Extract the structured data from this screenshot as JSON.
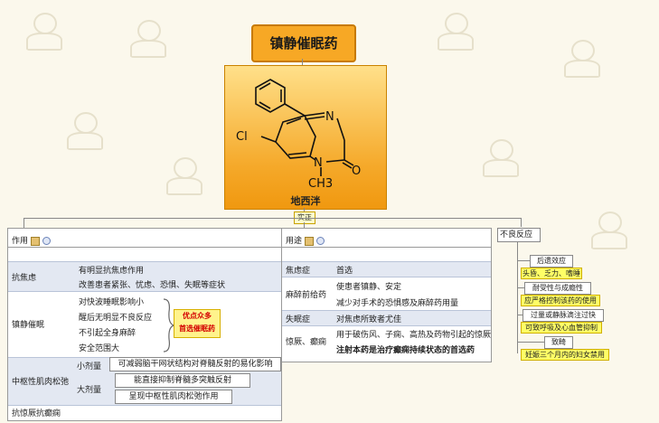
{
  "title": "镇静催眠药",
  "molecule": {
    "name": "地西泮",
    "atoms": {
      "cl": "Cl",
      "n1": "N",
      "n2": "N",
      "ch3": "CH3",
      "o": "O"
    },
    "connector_label": "实正"
  },
  "left_panel": {
    "header": "作用",
    "rows": {
      "anxiety": {
        "cat": "抗焦虑",
        "l1": "有明显抗焦虑作用",
        "l2": "改善患者紧张、忧虑、恐惧、失眠等症状"
      },
      "sedation": {
        "cat": "镇静催眠",
        "items": [
          "对快波睡眠影响小",
          "醒后无明显不良反应",
          "不引起全身麻醉",
          "安全范围大"
        ],
        "note_l1": "优点众多",
        "note_l2": "首选催眠药"
      },
      "muscle": {
        "cat": "中枢性肌肉松弛",
        "small_label": "小剂量",
        "small_text": "可减弱脑干网状结构对脊髓反射的易化影响",
        "large_label": "大剂量",
        "large_l1": "能直接抑制脊髓多突触反射",
        "large_l2": "呈现中枢性肌肉松弛作用"
      },
      "convulsion": {
        "cat": "抗惊厥抗癫痫"
      }
    }
  },
  "mid_panel": {
    "header": "用途",
    "rows": {
      "anx": {
        "cat": "焦虑症",
        "l1": "首选"
      },
      "pre": {
        "cat": "麻醉前给药",
        "l1": "使患者镇静、安定",
        "l2": "减少对手术的恐惧感及麻醉药用量"
      },
      "insomnia": {
        "cat": "失眠症",
        "l1": "对焦虑所致者尤佳"
      },
      "seizure": {
        "cat": "惊厥、癫痫",
        "l1": "用于破伤风、子痫、高热及药物引起的惊厥",
        "l2": "注射本药是治疗癫痫持续状态的首选药"
      }
    }
  },
  "adverse": {
    "header": "不良反应",
    "items": [
      {
        "label": "后遗效应",
        "note": "头昏、乏力、嗜睡"
      },
      {
        "label": "耐受性与成瘾性",
        "note": "应严格控制该药的使用"
      },
      {
        "label": "过量或静脉滴注过快",
        "note": "可致呼吸及心血管抑制"
      },
      {
        "label": "致畸",
        "note": "妊娠三个月内的妇女禁用"
      }
    ]
  },
  "colors": {
    "title_fill": "#f7a825",
    "highlight": "#ffff66",
    "note_red": "#d40000"
  }
}
